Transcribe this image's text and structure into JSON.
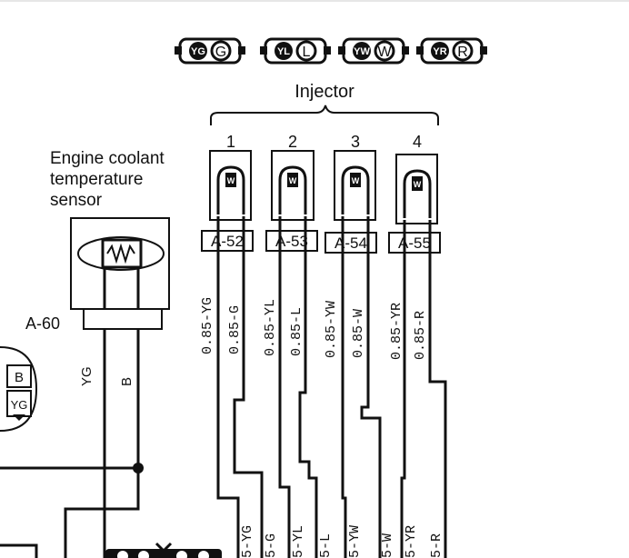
{
  "injector": {
    "title": "Injector",
    "numbers": [
      "1",
      "2",
      "3",
      "4"
    ],
    "connectors": [
      "A-52",
      "A-53",
      "A-54",
      "A-55"
    ],
    "pin_labels": [
      "W",
      "W",
      "W",
      "W"
    ],
    "wire_labels_left": [
      "0.85-YG",
      "0.85-YL",
      "0.85-YW",
      "0.85-YR"
    ],
    "wire_labels_right": [
      "0.85-G",
      "0.85-L",
      "0.85-W",
      "0.85-R"
    ],
    "bottom_labels": [
      "5-YG",
      "5-G",
      "5-YL",
      "5-L",
      "5-YW",
      "5-W",
      "5-YR",
      "5-R"
    ]
  },
  "color_codes": [
    {
      "left": "YG",
      "right": "G"
    },
    {
      "left": "YL",
      "right": "L"
    },
    {
      "left": "YW",
      "right": "W"
    },
    {
      "left": "YR",
      "right": "R"
    }
  ],
  "sensor": {
    "label_lines": [
      "Engine coolant",
      "temperature",
      "sensor"
    ],
    "connector": "A-60",
    "wire_labels": [
      "YG",
      "B"
    ]
  },
  "side_connector": {
    "pins": [
      "B",
      "YG"
    ]
  }
}
